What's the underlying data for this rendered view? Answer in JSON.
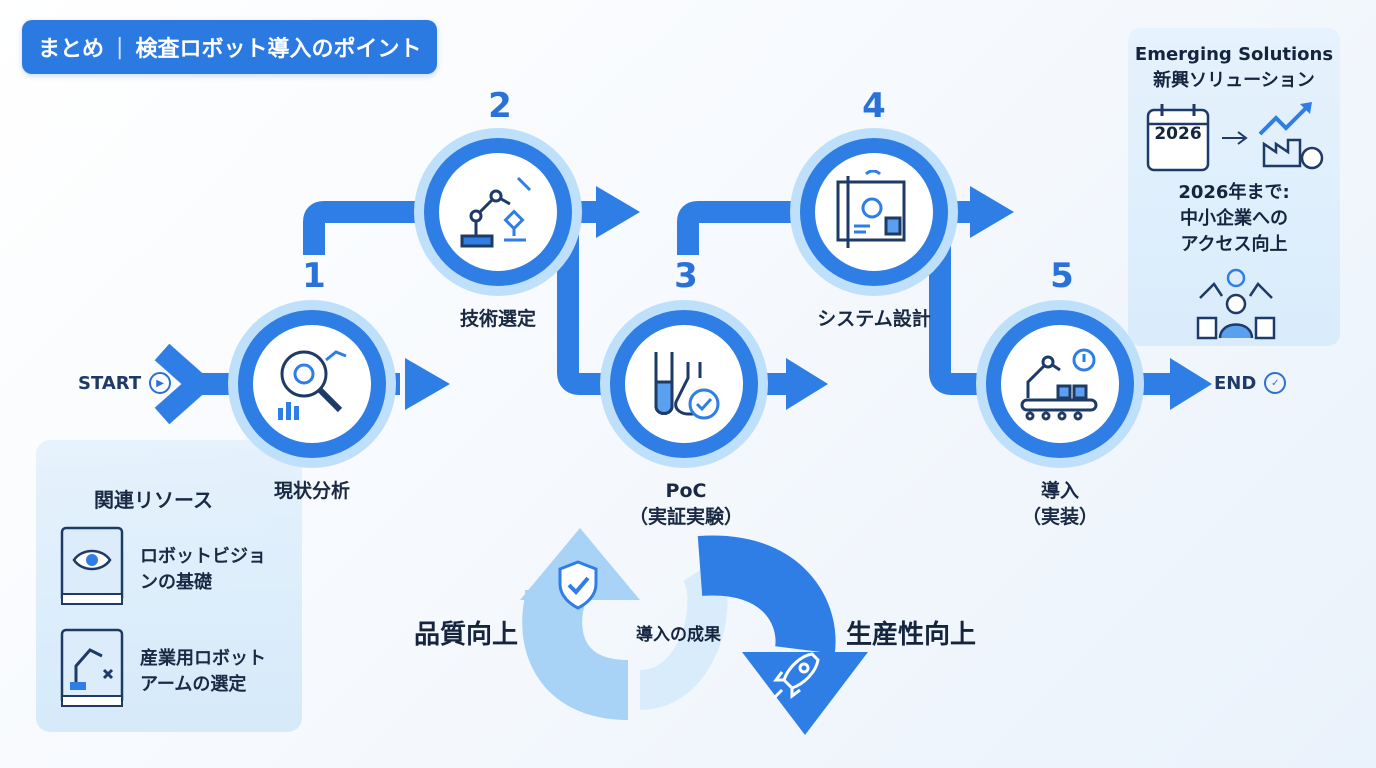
{
  "header": {
    "left": "まとめ",
    "separator": "|",
    "right": "検査ロボット導入のポイント"
  },
  "flow": {
    "start": "START",
    "end": "END",
    "steps": [
      {
        "number": "1",
        "label": "現状分析",
        "icon": "analysis-magnifier-icon"
      },
      {
        "number": "2",
        "label": "技術選定",
        "icon": "robot-arm-selection-icon"
      },
      {
        "number": "3",
        "label": "PoC",
        "label2": "（実証実験）",
        "icon": "lab-flask-check-icon"
      },
      {
        "number": "4",
        "label": "システム設計",
        "icon": "blueprint-design-icon"
      },
      {
        "number": "5",
        "label": "導入",
        "label2": "（実装）",
        "icon": "robot-conveyor-icon"
      }
    ]
  },
  "resources": {
    "title": "関連リソース",
    "items": [
      {
        "line1": "ロボットビジョ",
        "line2": "ンの基礎",
        "icon": "vision-book-icon"
      },
      {
        "line1": "産業用ロボット",
        "line2": "アームの選定",
        "icon": "robot-arm-book-icon"
      }
    ]
  },
  "outcomes": {
    "left": "品質向上",
    "center": "導入の成果",
    "right": "生産性向上"
  },
  "emerging": {
    "title_en": "Emerging Solutions",
    "title_ja": "新興ソリューション",
    "calendar_year": "2026",
    "line1": "2026年まで:",
    "line2": "中小企業への",
    "line3": "アクセス向上"
  },
  "colors": {
    "primary": "#2f7ee6",
    "light": "#bfe0fb",
    "badge": "#2a7ae2"
  }
}
